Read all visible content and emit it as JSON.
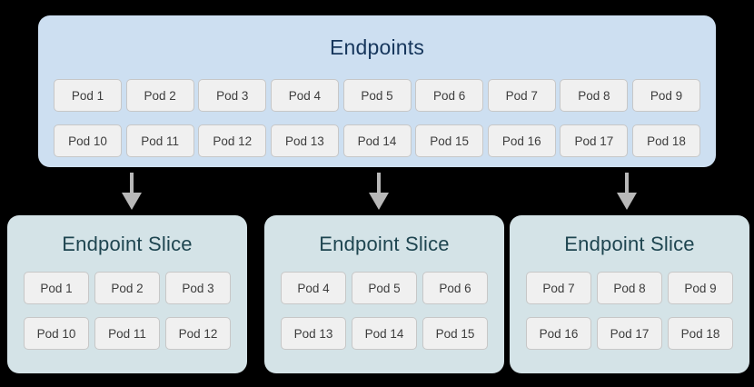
{
  "diagram": {
    "background_color": "#000000",
    "endpoints": {
      "title": "Endpoints",
      "fill_color": "#cddff1",
      "title_color": "#16365c",
      "rows": [
        [
          "Pod 1",
          "Pod 2",
          "Pod 3",
          "Pod 4",
          "Pod 5",
          "Pod 6",
          "Pod 7",
          "Pod 8",
          "Pod 9"
        ],
        [
          "Pod 10",
          "Pod 11",
          "Pod 12",
          "Pod 13",
          "Pod 14",
          "Pod 15",
          "Pod 16",
          "Pod 17",
          "Pod 18"
        ]
      ]
    },
    "arrows": {
      "color": "#b8b8b8",
      "count": 3,
      "direction": "down"
    },
    "slices": [
      {
        "title": "Endpoint Slice",
        "fill_color": "#d4e3e7",
        "title_color": "#1e4550",
        "rows": [
          [
            "Pod 1",
            "Pod 2",
            "Pod 3"
          ],
          [
            "Pod 10",
            "Pod 11",
            "Pod 12"
          ]
        ]
      },
      {
        "title": "Endpoint Slice",
        "fill_color": "#d4e3e7",
        "title_color": "#1e4550",
        "rows": [
          [
            "Pod 4",
            "Pod 5",
            "Pod 6"
          ],
          [
            "Pod 13",
            "Pod 14",
            "Pod 15"
          ]
        ]
      },
      {
        "title": "Endpoint Slice",
        "fill_color": "#d4e3e7",
        "title_color": "#1e4550",
        "rows": [
          [
            "Pod 7",
            "Pod 8",
            "Pod 9"
          ],
          [
            "Pod 16",
            "Pod 17",
            "Pod 18"
          ]
        ]
      }
    ],
    "pod_chip": {
      "fill_color": "#f0f0f0",
      "border_color": "#c7c7c7",
      "text_color": "#3d3d3d"
    }
  }
}
